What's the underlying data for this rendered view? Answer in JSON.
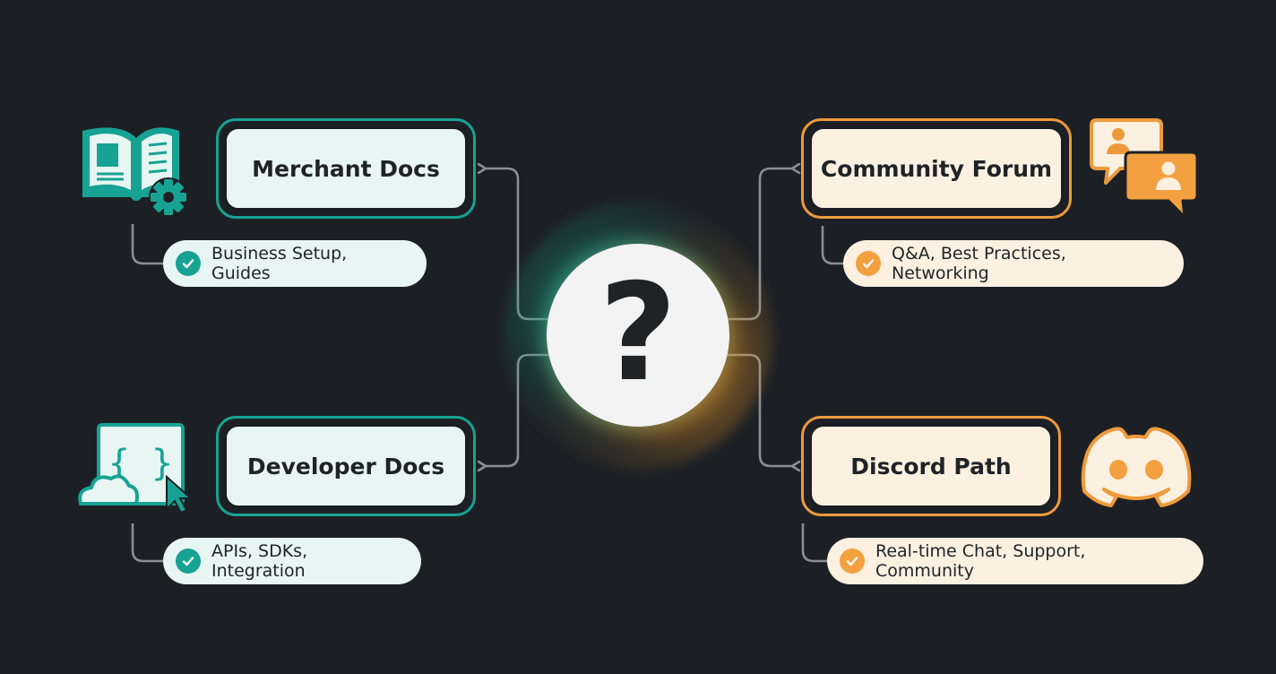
{
  "center": {
    "symbol": "?"
  },
  "nodes": {
    "merchant": {
      "label": "Merchant Docs",
      "detail": "Business Setup, Guides"
    },
    "developer": {
      "label": "Developer Docs",
      "detail": "APIs, SDKs, Integration"
    },
    "community": {
      "label": "Community Forum",
      "detail": "Q&A, Best Practices, Networking"
    },
    "discord": {
      "label": "Discord Path",
      "detail": "Real-time Chat, Support, Community"
    }
  },
  "colors": {
    "background": "#1c2025",
    "teal": "#17a394",
    "teal_fill": "#e7f6f3",
    "orange": "#ee9a3c",
    "orange_fill": "#fcf0e0",
    "connector": "#8a8f96"
  },
  "icons": {
    "merchant": "book-gear-icon",
    "developer": "code-cloud-cursor-icon",
    "community": "chat-bubbles-icon",
    "discord": "discord-icon"
  }
}
